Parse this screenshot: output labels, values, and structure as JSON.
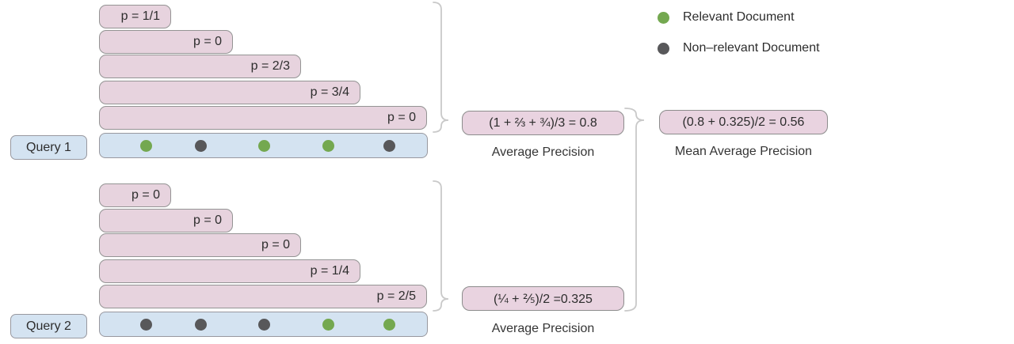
{
  "legend": {
    "items": [
      {
        "label": "Relevant Document",
        "type": "relevant",
        "color": "#74a850"
      },
      {
        "label": "Non–relevant Document",
        "type": "nonrelevant",
        "color": "#58585a"
      }
    ]
  },
  "queries": [
    {
      "label": "Query 1",
      "precisions": [
        "p = 1/1",
        "p = 0",
        "p = 2/3",
        "p = 3/4",
        "p = 0"
      ],
      "documents": [
        "relevant",
        "nonrelevant",
        "relevant",
        "relevant",
        "nonrelevant"
      ],
      "ap_formula": "(1 + ⅔ + ¾)/3 = 0.8",
      "ap_caption": "Average Precision"
    },
    {
      "label": "Query 2",
      "precisions": [
        "p = 0",
        "p = 0",
        "p = 0",
        "p = 1/4",
        "p = 2/5"
      ],
      "documents": [
        "nonrelevant",
        "nonrelevant",
        "nonrelevant",
        "relevant",
        "relevant"
      ],
      "ap_formula": "(¼ + ⅖)/2 =0.325",
      "ap_caption": "Average Precision"
    }
  ],
  "map": {
    "formula": "(0.8 + 0.325)/2 = 0.56",
    "caption": "Mean Average Precision"
  },
  "colors": {
    "bar_fill": "#e7d3de",
    "bar_border": "#949494",
    "row_fill": "#d4e3f1",
    "formula_fill": "#e9d3e0",
    "relevant": "#74a850",
    "nonrelevant": "#58585a",
    "brace": "#c9c9c9"
  }
}
